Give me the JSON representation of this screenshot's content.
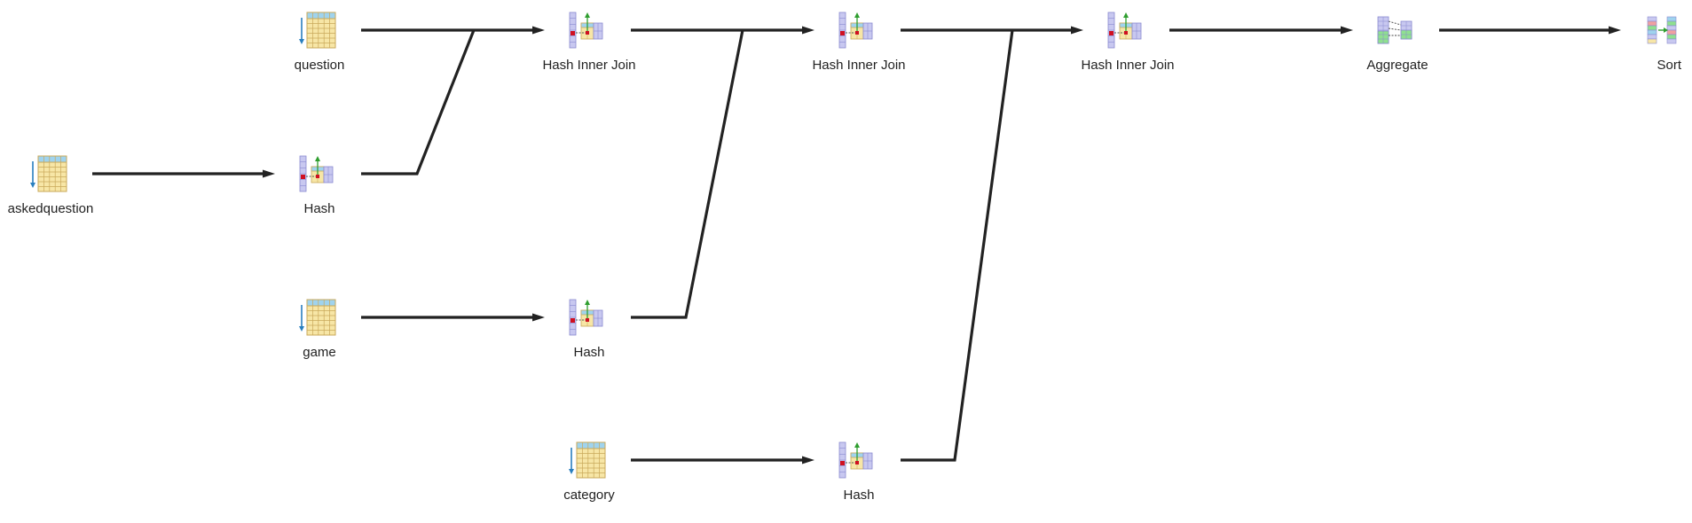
{
  "colors": {
    "edge": "#222222",
    "table_cell": "#f7e6a6",
    "table_header": "#9fd3ee",
    "grid_line": "#c9a85a",
    "hash_col": "#c8c8f0",
    "hash_col_line": "#8a8ad0",
    "arrow_green": "#2f9e2f",
    "key_red": "#d01020",
    "scan_arrow": "#2a7fbf",
    "agg_green": "#8fe08f"
  },
  "nodes": [
    {
      "id": "question",
      "label": "question",
      "icon": "table-scan-icon"
    },
    {
      "id": "askedquestion",
      "label": "askedquestion",
      "icon": "table-scan-icon"
    },
    {
      "id": "hash1",
      "label": "Hash",
      "icon": "hash-icon"
    },
    {
      "id": "game",
      "label": "game",
      "icon": "table-scan-icon"
    },
    {
      "id": "join1",
      "label": "Hash Inner Join",
      "icon": "hash-join-icon"
    },
    {
      "id": "hash2",
      "label": "Hash",
      "icon": "hash-icon"
    },
    {
      "id": "category",
      "label": "category",
      "icon": "table-scan-icon"
    },
    {
      "id": "join2",
      "label": "Hash Inner Join",
      "icon": "hash-join-icon"
    },
    {
      "id": "hash3",
      "label": "Hash",
      "icon": "hash-icon"
    },
    {
      "id": "join3",
      "label": "Hash Inner Join",
      "icon": "hash-join-icon"
    },
    {
      "id": "aggregate",
      "label": "Aggregate",
      "icon": "aggregate-icon"
    },
    {
      "id": "sort",
      "label": "Sort",
      "icon": "sort-icon"
    }
  ],
  "edges": [
    {
      "from": "askedquestion",
      "to": "hash1"
    },
    {
      "from": "question",
      "to": "join1"
    },
    {
      "from": "hash1",
      "to": "join1"
    },
    {
      "from": "game",
      "to": "hash2"
    },
    {
      "from": "join1",
      "to": "join2"
    },
    {
      "from": "hash2",
      "to": "join2"
    },
    {
      "from": "category",
      "to": "hash3"
    },
    {
      "from": "join2",
      "to": "join3"
    },
    {
      "from": "hash3",
      "to": "join3"
    },
    {
      "from": "join3",
      "to": "aggregate"
    },
    {
      "from": "aggregate",
      "to": "sort"
    }
  ]
}
